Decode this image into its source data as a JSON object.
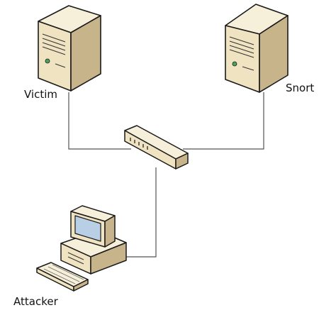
{
  "diagram": {
    "nodes": {
      "victim": {
        "label": "Victim",
        "icon": "server-tower-icon"
      },
      "snort": {
        "label": "Snort",
        "icon": "server-tower-icon"
      },
      "attacker": {
        "label": "Attacker",
        "icon": "desktop-computer-icon"
      },
      "switch": {
        "label": "",
        "icon": "network-switch-icon"
      }
    },
    "connections": [
      {
        "from": "victim",
        "to": "switch"
      },
      {
        "from": "snort",
        "to": "switch"
      },
      {
        "from": "attacker",
        "to": "switch"
      }
    ],
    "colors": {
      "line": "#555555",
      "device_front": "#efe3c2",
      "device_side": "#c7b48b",
      "device_top": "#f6efda",
      "outline": "#1a1a1a"
    }
  }
}
